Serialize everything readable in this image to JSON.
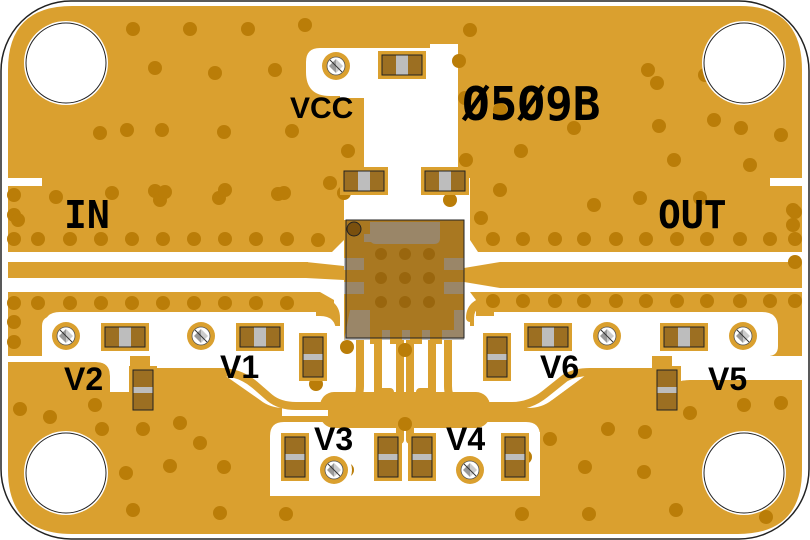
{
  "board": {
    "part_number": "Ø5Ø9B",
    "colors": {
      "copper": "#DAA02F",
      "via": "#BA7D08",
      "substrate": "#FFFFFF",
      "outline": "#222222",
      "component_body": "#9C6F22",
      "component_band": "#BDBDBD",
      "ic_body": "rgba(120,80,20,0.55)",
      "ic_pad": "#BDBDBD",
      "text": "#000000"
    }
  },
  "labels": {
    "vcc": "VCC",
    "in": "IN",
    "out": "OUT",
    "v1": "V1",
    "v2": "V2",
    "v3": "V3",
    "v4": "V4",
    "v5": "V5",
    "v6": "V6"
  },
  "mounting_holes": [
    "top-left",
    "top-right",
    "bottom-left",
    "bottom-right"
  ],
  "test_points": [
    "vcc",
    "v1",
    "v2",
    "v3",
    "v4",
    "v5",
    "v6"
  ],
  "ports": [
    "in",
    "out"
  ],
  "ic": {
    "name": "amplifier-ic",
    "package": "QFN",
    "pin1_marker": true
  }
}
